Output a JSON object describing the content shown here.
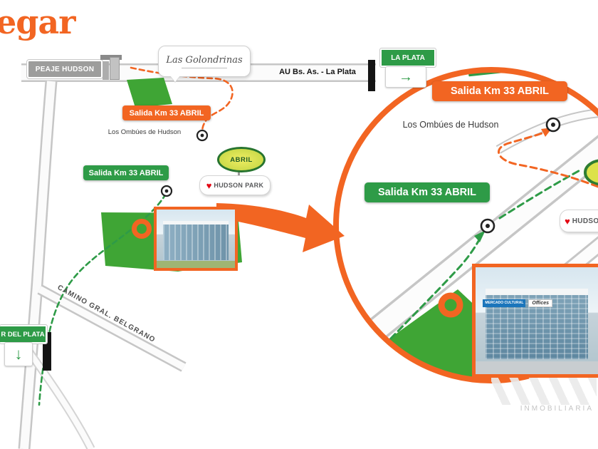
{
  "title_fragment": "egar",
  "colors": {
    "orange": "#F26522",
    "green": "#2E9B47",
    "parcel": "#3FA535",
    "sign_gray": "#9D9D9C"
  },
  "signs": {
    "peaje_hudson": "PEAJE HUDSON",
    "la_plata": "LA PLATA",
    "mar_del_plata": "R DEL PLATA",
    "highway_label": "AU Bs. As. - La Plata",
    "camino_label": "CAMINO GRAL. BELGRANO"
  },
  "badges": {
    "main_orange": "Salida Km 33 ABRIL",
    "main_green": "Salida Km 33 ABRIL",
    "zoom_orange": "Salida Km 33 ABRIL",
    "zoom_green": "Salida Km 33 ABRIL"
  },
  "labels": {
    "ombues_main": "Los Ombúes de Hudson",
    "ombues_zoom": "Los Ombúes de Hudson"
  },
  "logos": {
    "golondrinas": "Las Golondrinas",
    "abril": "ABRIL",
    "hudson_park_1": "HUDSON",
    "hudson_park_2": "PARK",
    "hudson_park_zoom_1": "HUDSON",
    "heart": "♥",
    "arrow_right": "→",
    "arrow_down": "↓"
  },
  "zoom_photo": {
    "sign_blue": "MERCADO CULTURAL",
    "sign_offices": "Offices"
  },
  "watermark": "INMOBILIARIA"
}
